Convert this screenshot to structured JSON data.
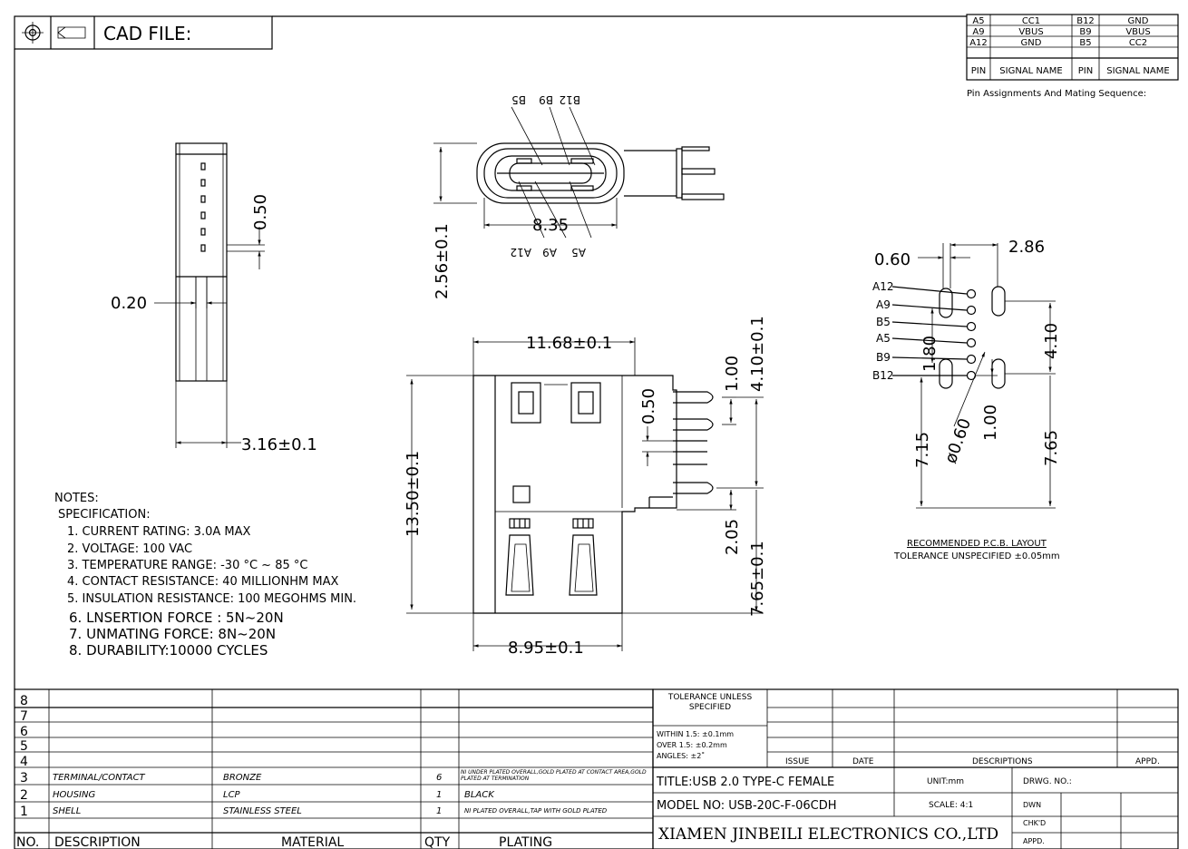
{
  "header": {
    "cad_file_label": "CAD FILE:",
    "pin_table": {
      "rows": [
        [
          "A5",
          "CC1",
          "B12",
          "GND"
        ],
        [
          "A9",
          "VBUS",
          "B9",
          "VBUS"
        ],
        [
          "A12",
          "GND",
          "B5",
          "CC2"
        ]
      ],
      "header_row": [
        "PIN",
        "SIGNAL NAME",
        "PIN",
        "SIGNAL NAME"
      ],
      "caption": "Pin Assignments And Mating Sequence:"
    }
  },
  "side_view": {
    "dim_050": "0.50",
    "dim_020": "0.20",
    "dim_316": "3.16±0.1"
  },
  "front_view": {
    "top_pins": [
      "B5",
      "B9",
      "B12"
    ],
    "bottom_pins": [
      "A12",
      "A9",
      "A5"
    ],
    "dim_835": "8.35",
    "dim_256": "2.56±0.1"
  },
  "top_view": {
    "dim_1168": "11.68±0.1",
    "dim_1350": "13.50±0.1",
    "dim_895": "8.95±0.1",
    "dim_050": "0.50",
    "dim_100": "1.00",
    "dim_410": "4.10±0.1",
    "dim_205": "2.05",
    "dim_765": "7.65±0.1"
  },
  "pcb_layout": {
    "dim_060": "0.60",
    "dim_286": "2.86",
    "labels": [
      "A12",
      "A9",
      "B5",
      "A5",
      "B9",
      "B12"
    ],
    "dim_180": "1.80",
    "dim_410": "4.10",
    "dim_715": "7.15",
    "dim_phi060": "ø0.60",
    "dim_100": "1.00",
    "dim_765": "7.65",
    "title": "RECOMMENDED  P.C.B.  LAYOUT",
    "tolerance": "TOLERANCE  UNSPECIFIED  ±0.05mm"
  },
  "notes": {
    "title": "NOTES:",
    "spec_title": "SPECIFICATION:",
    "items": [
      "1. CURRENT RATING: 3.0A MAX",
      "2. VOLTAGE: 100 VAC",
      "3. TEMPERATURE RANGE: -30 °C ~ 85 °C",
      "4. CONTACT RESISTANCE: 40 MILLIONHM MAX",
      "5. INSULATION RESISTANCE: 100 MEGOHMS MIN.",
      "6. LNSERTION FORCE : 5N~20N",
      "7. UNMATING FORCE: 8N~20N",
      "8. DURABILITY:10000 CYCLES"
    ]
  },
  "bom": {
    "row_numbers": [
      "8",
      "7",
      "6",
      "5",
      "4"
    ],
    "rows": [
      {
        "no": "3",
        "desc": "TERMINAL/CONTACT",
        "material": "BRONZE",
        "qty": "6",
        "plating": "NI UNDER PLATED OVERALL,GOLD PLATED AT CONTACT AREA,GOLD PLATED AT TERMINATION"
      },
      {
        "no": "2",
        "desc": "HOUSING",
        "material": "LCP",
        "qty": "1",
        "plating": "BLACK"
      },
      {
        "no": "1",
        "desc": "SHELL",
        "material": "STAINLESS STEEL",
        "qty": "1",
        "plating": "NI PLATED OVERALL,TAP WITH GOLD PLATED"
      }
    ],
    "headers": {
      "no": "NO.",
      "desc": "DESCRIPTION",
      "material": "MATERIAL",
      "qty": "QTY",
      "plating": "PLATING"
    }
  },
  "title_block": {
    "tolerance_title": "TOLERANCE UNLESS SPECIFIED",
    "within": "WITHIN  1.5: ±0.1mm",
    "over": "OVER  1.5:  ±0.2mm",
    "angles": "ANGLES: ±2˚",
    "issue": "ISSUE",
    "date": "DATE",
    "descriptions": "DESCRIPTIONS",
    "appd_header": "APPD.",
    "title": "TITLE:USB  2.0  TYPE-C  FEMALE",
    "unit": "UNIT:mm",
    "drwg_no": "DRWG.  NO.:",
    "model": "MODEL  NO:  USB-20C-F-06CDH",
    "scale": "SCALE: 4:1",
    "dwn": "DWN",
    "chkd": "CHK'D",
    "appd": "APPD.",
    "company": "XIAMEN JINBEILI ELECTRONICS CO.,LTD"
  }
}
